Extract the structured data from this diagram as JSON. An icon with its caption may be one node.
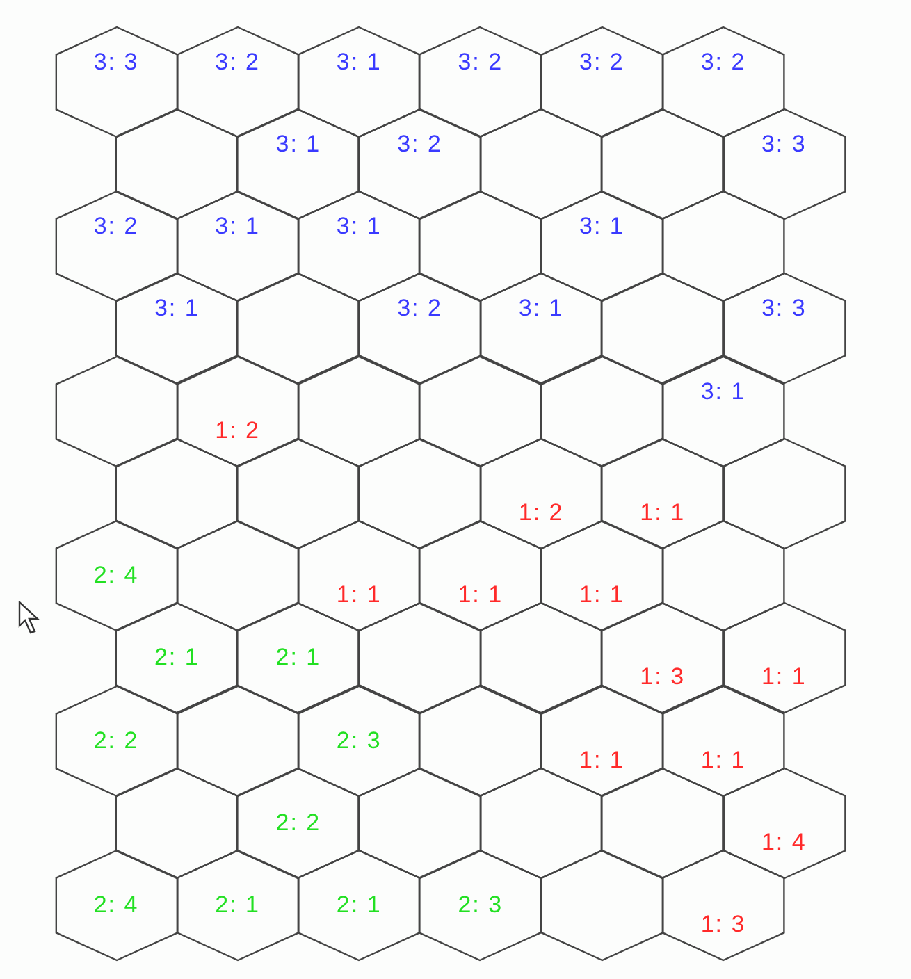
{
  "diagram": {
    "nodes": [
      {
        "text": [
          "3: 3"
        ]
      },
      {
        "text": [
          "3: 2"
        ]
      },
      {
        "text": [
          "3: 1"
        ]
      },
      {
        "text": [
          "3: 2"
        ]
      },
      {
        "text": [
          "3: 2"
        ]
      },
      {
        "text": [
          "3: 2"
        ]
      },
      {
        "text": [],
        "shape": "hexagon"
      },
      {
        "text": [
          "3: 1"
        ]
      },
      {
        "text": [
          "3: 2"
        ]
      },
      {
        "text": [],
        "shape": "hexagon"
      },
      {
        "text": [],
        "shape": "hexagon"
      },
      {
        "text": [
          "3: 3"
        ]
      },
      {
        "text": [
          "3: 2"
        ]
      },
      {
        "text": [
          "3: 1"
        ]
      },
      {
        "text": [
          "3: 1"
        ]
      },
      {
        "text": [],
        "shape": "hexagon"
      },
      {
        "text": [
          "3: 1"
        ]
      },
      {
        "text": [],
        "shape": "hexagon"
      },
      {
        "text": [
          "3: 1"
        ]
      },
      {
        "text": [],
        "shape": "hexagon"
      },
      {
        "text": [
          "3: 2"
        ]
      },
      {
        "text": [
          "3: 1"
        ]
      },
      {
        "text": [],
        "shape": "hexagon"
      },
      {
        "text": [
          "3: 3"
        ]
      },
      {
        "text": [],
        "shape": "hexagon"
      },
      {
        "text": [
          "1: 2"
        ]
      },
      {
        "text": [],
        "shape": "hexagon"
      },
      {
        "text": [],
        "shape": "hexagon"
      },
      {
        "text": [],
        "shape": "hexagon"
      },
      {
        "text": [
          "3: 1"
        ]
      },
      {
        "text": [],
        "shape": "hexagon"
      },
      {
        "text": [],
        "shape": "hexagon"
      },
      {
        "text": [],
        "shape": "hexagon"
      },
      {
        "text": [
          "1: 2"
        ]
      },
      {
        "text": [
          "1: 1"
        ]
      },
      {
        "text": [],
        "shape": "hexagon"
      },
      {
        "text": [
          "2: 4"
        ]
      },
      {
        "text": [],
        "shape": "hexagon"
      },
      {
        "text": [
          "1: 1"
        ]
      },
      {
        "text": [
          "1: 1"
        ]
      },
      {
        "text": [
          "1: 1"
        ]
      },
      {
        "text": [],
        "shape": "hexagon"
      },
      {
        "text": [
          "2: 1"
        ]
      },
      {
        "text": [
          "2: 1"
        ]
      },
      {
        "text": [],
        "shape": "hexagon"
      },
      {
        "text": [],
        "shape": "hexagon"
      },
      {
        "text": [
          "1: 3"
        ]
      },
      {
        "text": [
          "1: 1"
        ]
      },
      {
        "text": [
          "2: 2"
        ]
      },
      {
        "text": [],
        "shape": "hexagon"
      },
      {
        "text": [
          "2: 3"
        ]
      },
      {
        "text": [],
        "shape": "hexagon"
      },
      {
        "text": [
          "1: 1"
        ]
      },
      {
        "text": [
          "1: 1"
        ]
      },
      {
        "text": [],
        "shape": "hexagon"
      },
      {
        "text": [
          "2: 2"
        ]
      },
      {
        "text": [],
        "shape": "hexagon"
      },
      {
        "text": [],
        "shape": "hexagon"
      },
      {
        "text": [],
        "shape": "hexagon"
      },
      {
        "text": [
          "1: 4"
        ]
      },
      {
        "text": [
          "2: 4"
        ]
      },
      {
        "text": [
          "2: 1"
        ]
      },
      {
        "text": [
          "2: 1"
        ]
      },
      {
        "text": [
          "2: 3"
        ]
      },
      {
        "text": [],
        "shape": "hexagon"
      },
      {
        "text": [
          "1: 3"
        ]
      }
    ]
  }
}
